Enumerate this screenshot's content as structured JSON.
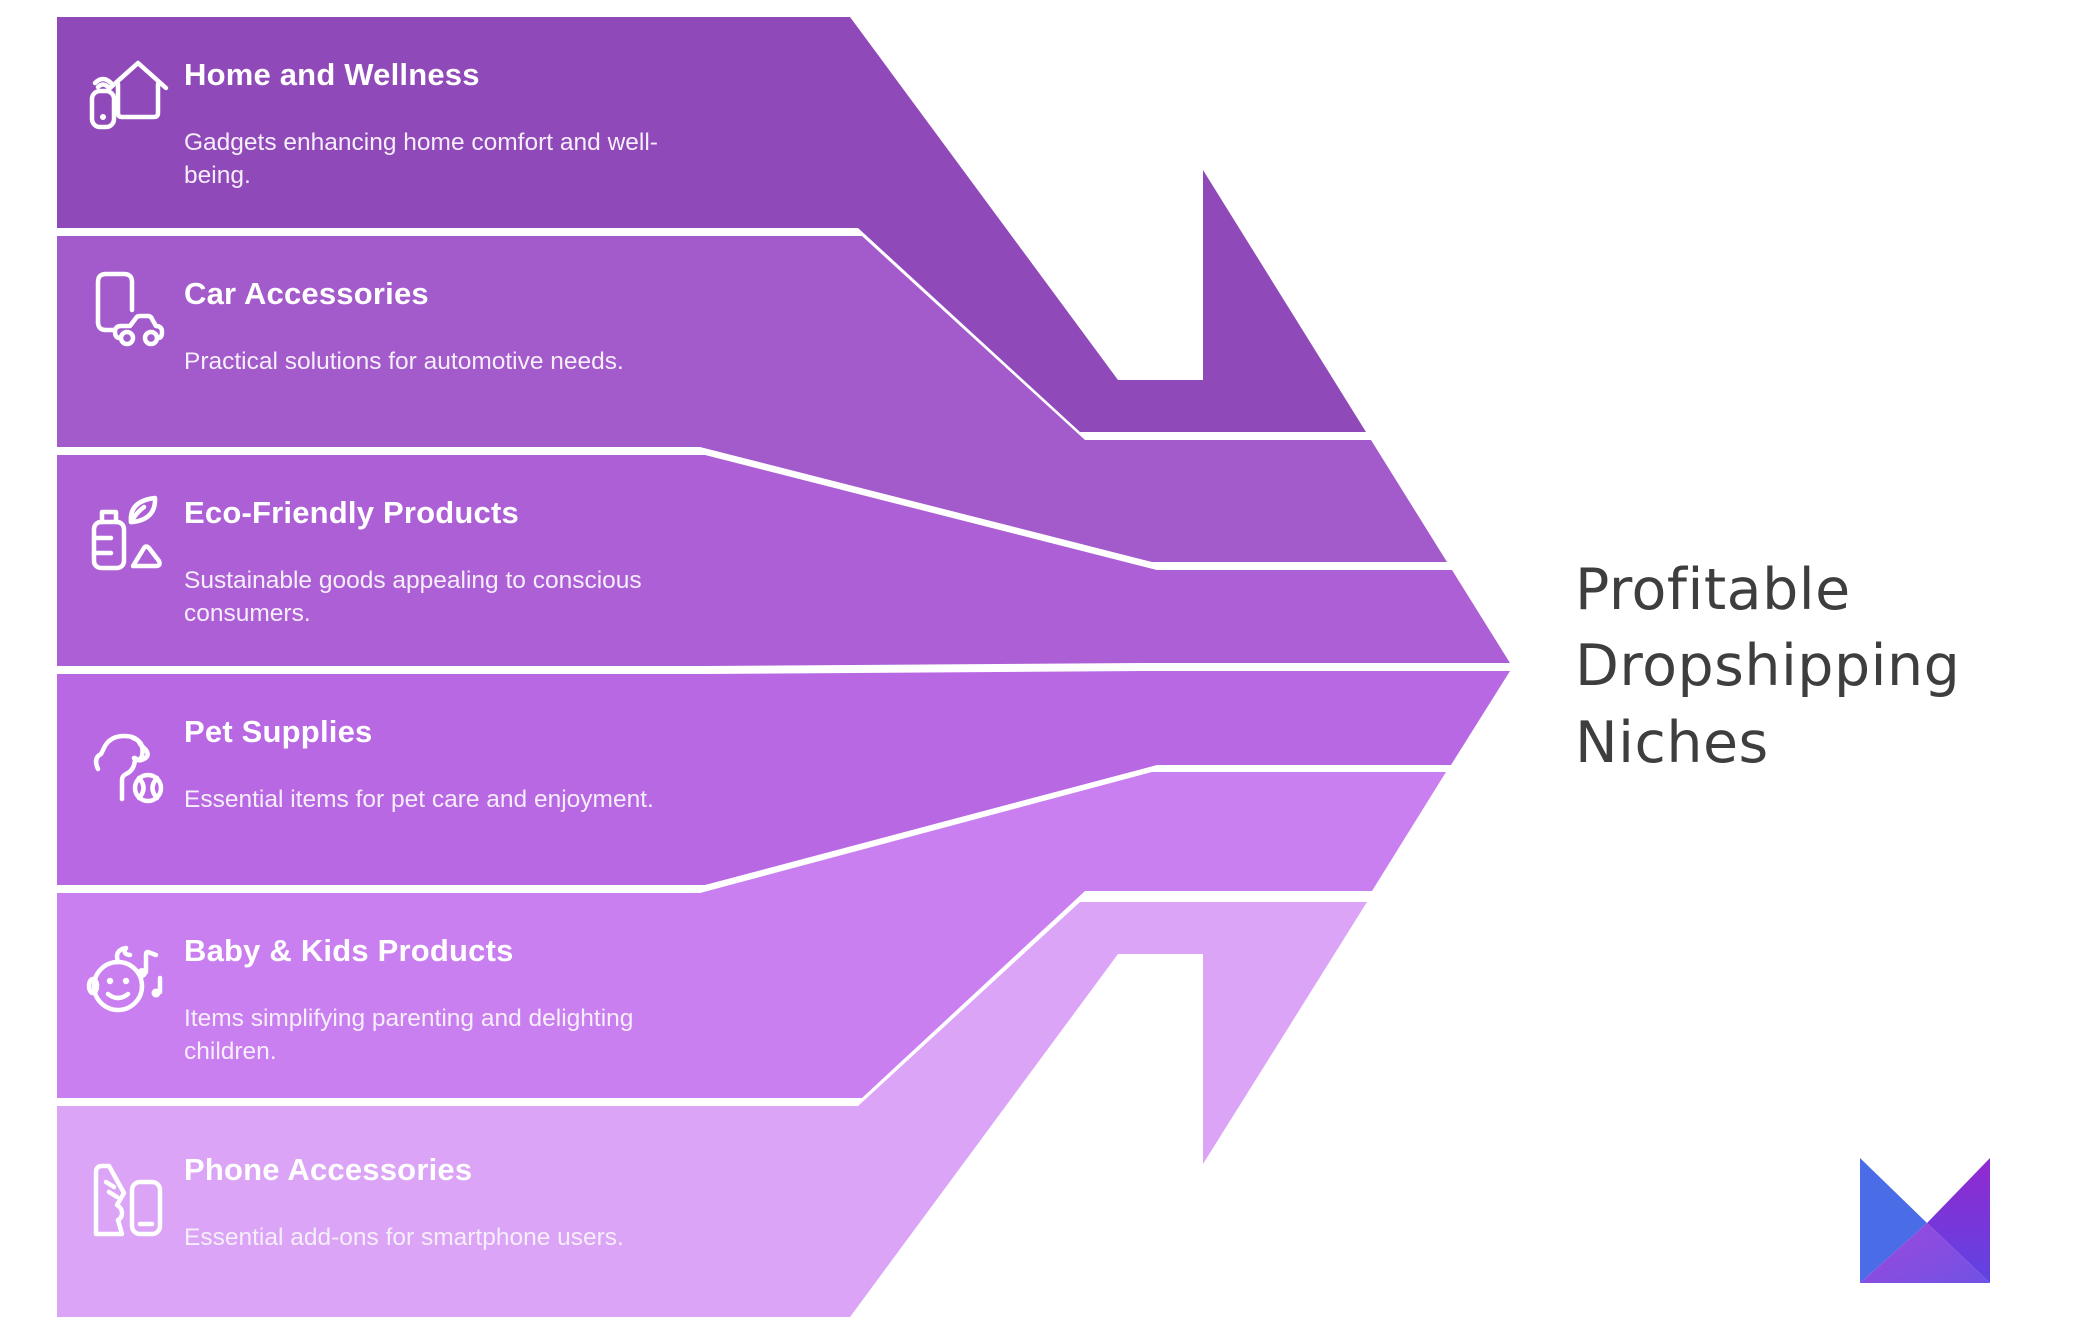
{
  "title": {
    "text": "Profitable Dropshipping Niches",
    "color": "#3e3e3e"
  },
  "background_color": "#ffffff",
  "separator_color": "#ffffff",
  "bands": [
    {
      "title": "Home and Wellness",
      "description": "Gadgets enhancing home comfort and well-being.",
      "color": "#9049b8",
      "icon": "smart-home-icon"
    },
    {
      "title": "Car Accessories",
      "description": "Practical solutions for automotive needs.",
      "color": "#a35aca",
      "icon": "phone-car-icon"
    },
    {
      "title": "Eco-Friendly Products",
      "description": "Sustainable goods appealing to conscious consumers.",
      "color": "#ad60d6",
      "icon": "eco-bottle-leaf-icon"
    },
    {
      "title": "Pet Supplies",
      "description": "Essential items for pet care and enjoyment.",
      "color": "#b968e4",
      "icon": "dog-ball-icon"
    },
    {
      "title": "Baby & Kids Products",
      "description": "Items simplifying parenting and delighting children.",
      "color": "#c97ff0",
      "icon": "baby-music-icon"
    },
    {
      "title": "Phone Accessories",
      "description": "Essential add-ons for smartphone users.",
      "color": "#dba4f6",
      "icon": "phone-case-icon"
    }
  ],
  "logo": {
    "left_triangle_color": "#4a6ce6",
    "right_triangle_top_color": "#9229cf",
    "right_triangle_bottom_color": "#5f43e2",
    "bottom_triangle_left_color": "#9f48dd",
    "bottom_triangle_right_color": "#7052e4"
  }
}
